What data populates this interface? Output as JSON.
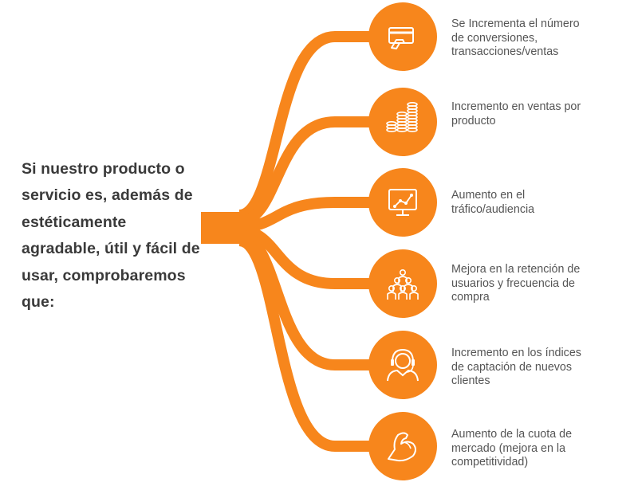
{
  "intro_lines": [
    "Si nuestro producto o",
    "servicio es, además de",
    "estéticamente",
    "agradable, útil y fácil de",
    "usar, comprobaremos",
    "que:"
  ],
  "branches": [
    {
      "icon": "credit-card-icon",
      "lines": [
        "Se Incrementa el número",
        "de conversiones,",
        "transacciones/ventas"
      ]
    },
    {
      "icon": "coin-stacks-icon",
      "lines": [
        "Incremento en ventas por",
        "producto"
      ]
    },
    {
      "icon": "monitor-chart-icon",
      "lines": [
        "Aumento en el",
        "tráfico/audiencia"
      ]
    },
    {
      "icon": "audience-icon",
      "lines": [
        "Mejora en la retención de",
        "usuarios y frecuencia de",
        "compra"
      ]
    },
    {
      "icon": "headset-agent-icon",
      "lines": [
        "Incremento en los índices",
        "de captación de nuevos",
        "clientes"
      ]
    },
    {
      "icon": "flexed-arm-icon",
      "lines": [
        "Aumento de la cuota de",
        "mercado (mejora en la",
        "competitividad)"
      ]
    }
  ],
  "colors": {
    "accent": "#f7861c",
    "icon_stroke": "#ffffff",
    "intro_text": "#3a3a3a",
    "label_text": "#555555"
  }
}
